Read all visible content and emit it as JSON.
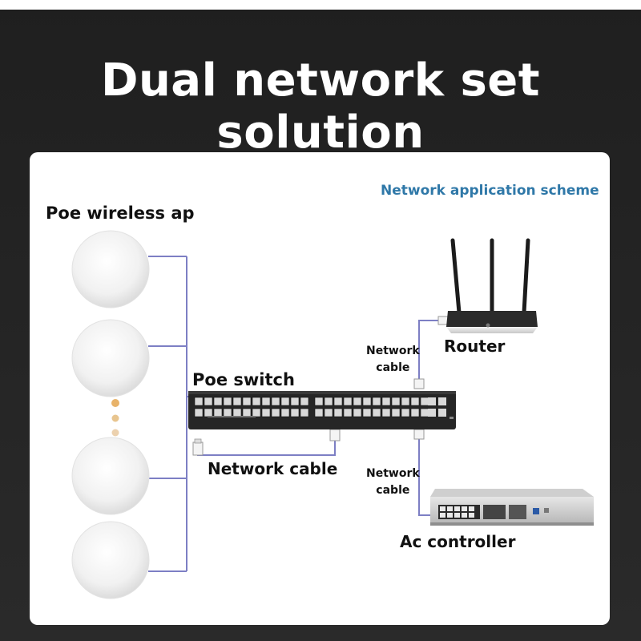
{
  "title": "Dual network set solution",
  "scheme_label": "Network application scheme",
  "ap_label": "Poe wireless ap",
  "switch_label": "Poe switch",
  "router_label": "Router",
  "ac_label": "Ac controller",
  "network_cable_label": "Network cable",
  "network_cable_small": {
    "line1": "Network",
    "line2": "cable"
  },
  "colors": {
    "background": "#232323",
    "panel": "#ffffff",
    "title": "#ffffff",
    "scheme_accent": "#2f78a8",
    "cable_line": "#7d7fc4",
    "dot_accent": "#e8b36a"
  }
}
